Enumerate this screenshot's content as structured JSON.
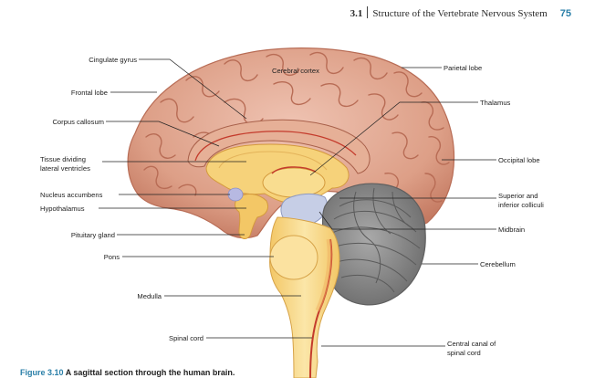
{
  "header": {
    "section": "3.1",
    "title": "Structure of the Vertebrate Nervous System",
    "page": "75"
  },
  "caption": {
    "figure": "Figure 3.10",
    "text": "A sagittal section through the human brain."
  },
  "labels": {
    "cingulate_gyrus": "Cingulate gyrus",
    "cerebral_cortex": "Cerebral cortex",
    "parietal_lobe": "Parietal lobe",
    "frontal_lobe": "Frontal lobe",
    "thalamus": "Thalamus",
    "corpus_callosum": "Corpus callosum",
    "tissue_dividing_1": "Tissue dividing",
    "tissue_dividing_2": "lateral ventricles",
    "occipital_lobe": "Occipital lobe",
    "nucleus_accumbens": "Nucleus accumbens",
    "superior_1": "Superior and",
    "superior_2": "inferior colliculi",
    "hypothalamus": "Hypothalamus",
    "midbrain": "Midbrain",
    "pituitary_gland": "Pituitary gland",
    "pons": "Pons",
    "cerebellum": "Cerebellum",
    "medulla": "Medulla",
    "spinal_cord": "Spinal cord",
    "central_canal_1": "Central canal of",
    "central_canal_2": "spinal cord"
  },
  "colors": {
    "cortex": "#dd9f87",
    "cortex_dark": "#b86c55",
    "cortex_light": "#efc3b2",
    "inner_yellow": "#f6d27a",
    "inner_light": "#fbe6a8",
    "stem_yellow": "#f9da86",
    "cerebellum": "#8d8d8d",
    "cerebellum_dark": "#5f5f5f",
    "midbrain_blue": "#c6cee6",
    "leader": "#222222",
    "accent": "#2a7fa8"
  }
}
